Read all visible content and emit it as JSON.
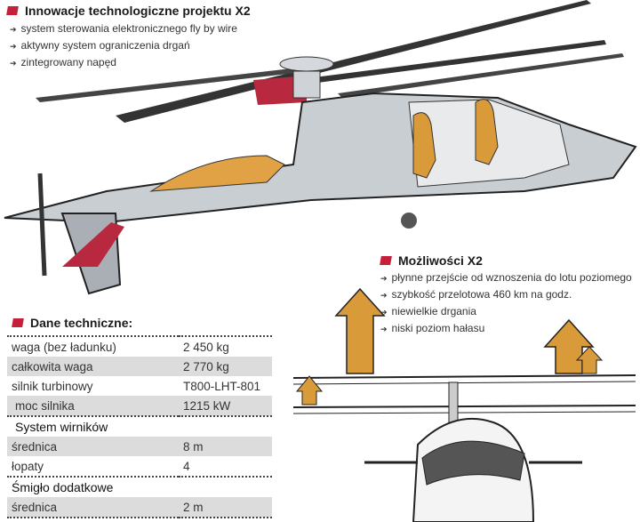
{
  "innovations": {
    "title": "Innowacje technologiczne projektu X2",
    "items": [
      "system  sterowania elektronicznego fly by wire",
      "aktywny system ograniczenia drgań",
      "zintegrowany napęd"
    ]
  },
  "specs": {
    "title": "Dane techniczne:",
    "rows": [
      {
        "label": "waga (bez ładunku)",
        "value": "2 450 kg"
      },
      {
        "label": "całkowita waga",
        "value": "2 770 kg"
      },
      {
        "label": "silnik turbinowy",
        "value": "T800-LHT-801"
      },
      {
        "label": "moc silnika",
        "value": "1215 kW"
      }
    ],
    "rotor_title": "System wirników",
    "rotor_rows": [
      {
        "label": "średnica",
        "value": "8 m"
      },
      {
        "label": "łopaty",
        "value": "4"
      }
    ],
    "prop_title": "Śmigło dodatkowe",
    "prop_rows": [
      {
        "label": "średnica",
        "value": "2 m"
      }
    ]
  },
  "capabilities": {
    "title": "Możliwości X2",
    "items": [
      "płynne przejście od wznoszenia do lotu poziomego",
      "szybkość przelotowa 460 km na godz.",
      "niewielkie drgania",
      "niski poziom hałasu"
    ]
  },
  "colors": {
    "accent": "#c4203a",
    "orange": "#d99a3a",
    "body": "#c9ced3"
  }
}
